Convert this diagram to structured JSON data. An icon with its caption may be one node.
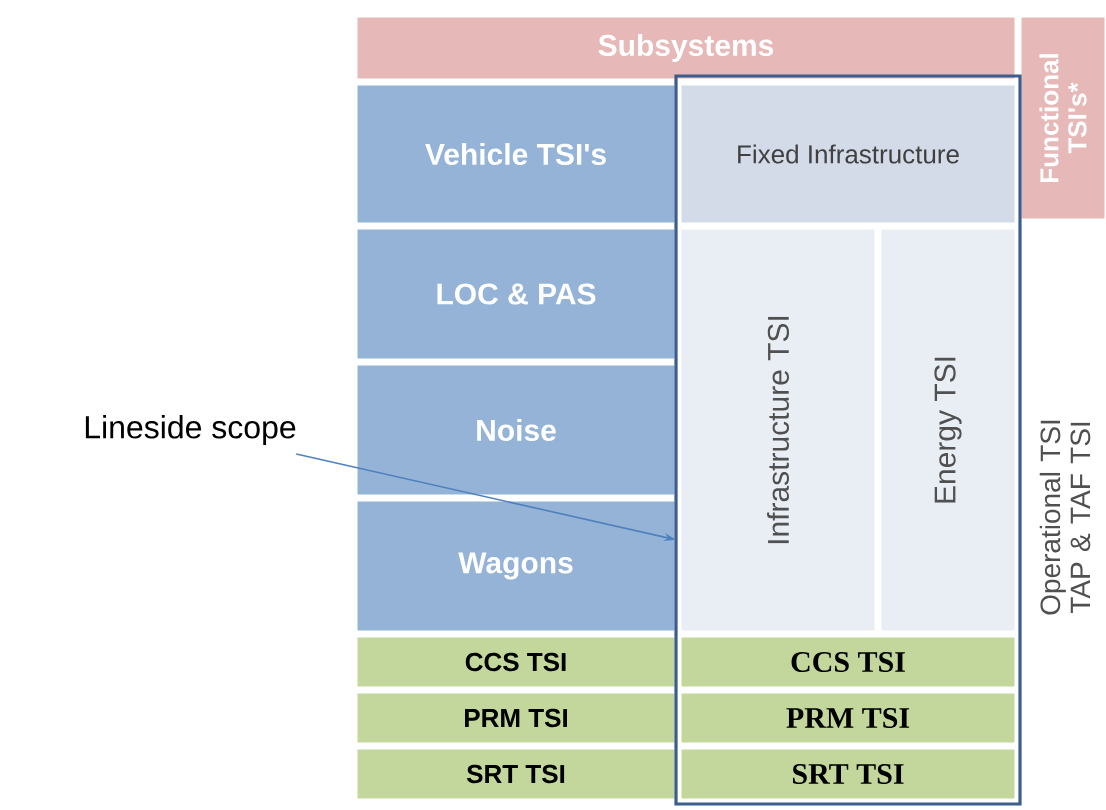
{
  "diagram": {
    "nodes": [
      {
        "text": [
          "Subsystems"
        ]
      },
      {
        "text": [
          "Functional TSI's*"
        ]
      },
      {
        "text": [
          "Vehicle TSI's"
        ]
      },
      {
        "text": [],
        "shape": "box"
      },
      {
        "text": [
          "Fixed Infrastructure"
        ],
        "in": 3
      },
      {
        "text": [
          "LOC & PAS"
        ]
      },
      {
        "text": [
          "Infrastructure TSI"
        ],
        "in": 3
      },
      {
        "text": [
          "Energy TSI"
        ],
        "in": 3
      },
      {
        "text": [
          "Operational TSI TAP & TAF TSI"
        ]
      },
      {
        "text": [
          "Noise"
        ]
      },
      {
        "text": [
          "Wagons"
        ]
      },
      {
        "text": [
          "CCS TSI"
        ]
      },
      {
        "text": [
          "CCS TSI"
        ],
        "in": 3
      },
      {
        "text": [
          "PRM TSI"
        ]
      },
      {
        "text": [
          "PRM TSI"
        ],
        "in": 3
      },
      {
        "text": [
          "SRT TSI"
        ]
      },
      {
        "text": [
          "SRT TSI"
        ],
        "in": 3
      },
      {
        "text": [
          "Lineside scope"
        ]
      }
    ],
    "edges": [
      {
        "from": 17,
        "to": 3,
        "arrow": "to"
      }
    ]
  }
}
